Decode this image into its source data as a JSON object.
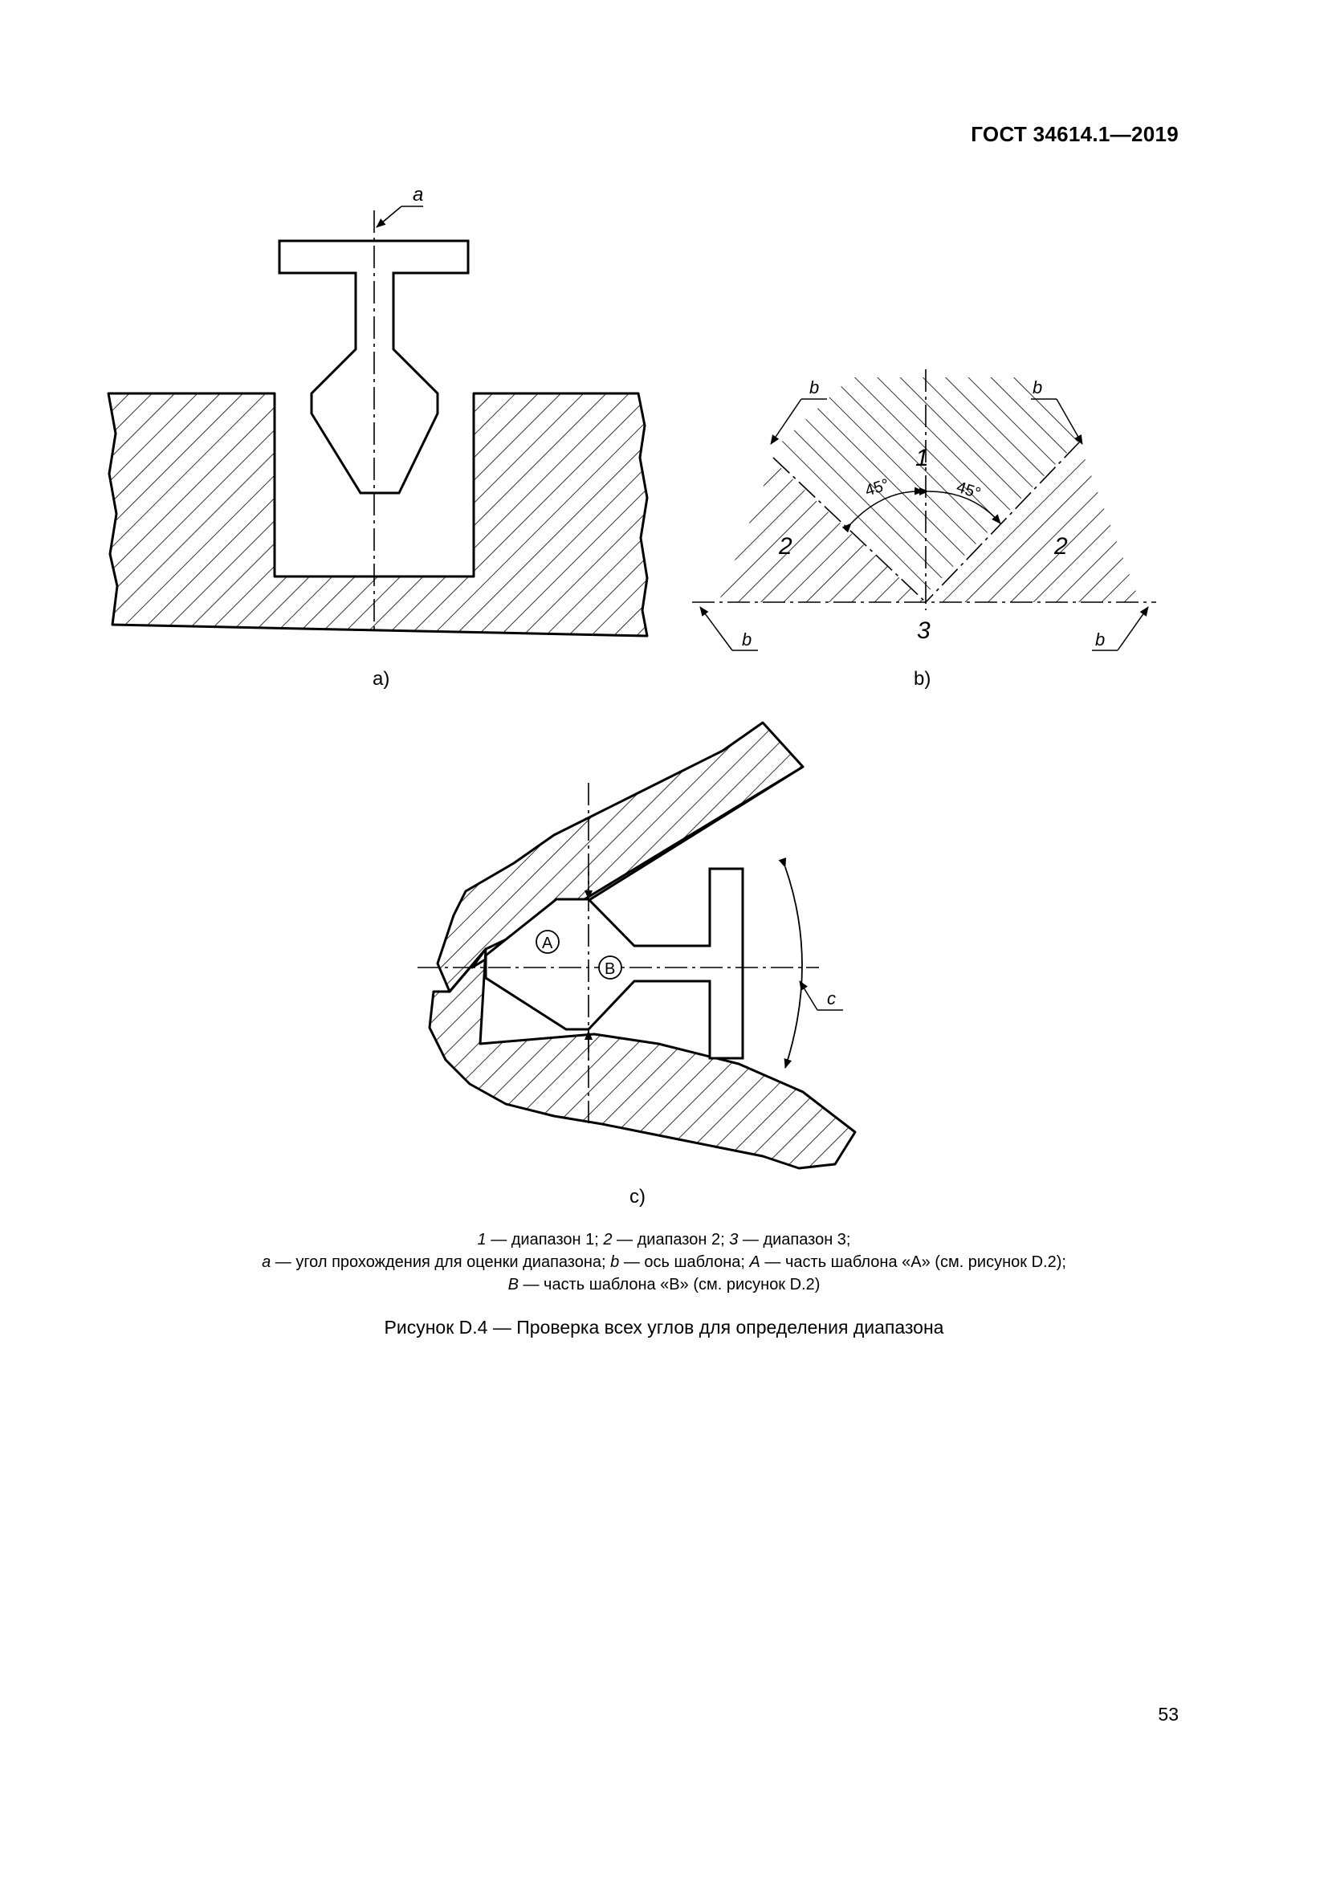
{
  "header": {
    "standard": "ГОСТ 34614.1—2019"
  },
  "figure_a": {
    "label": "а)",
    "mark_a": "a"
  },
  "figure_b": {
    "label": "b)",
    "mark_b": "b",
    "zone_1": "1",
    "zone_2": "2",
    "zone_3": "3",
    "angle_left": "45°",
    "angle_right": "45°"
  },
  "figure_c": {
    "label": "c)",
    "mark_A": "A",
    "mark_B": "B",
    "mark_c": "c"
  },
  "legend": {
    "line1": [
      {
        "sym": "1",
        "text": " — диапазон 1; "
      },
      {
        "sym": "2",
        "text": " — диапазон 2; "
      },
      {
        "sym": "3",
        "text": " — диапазон 3;"
      }
    ],
    "line2": [
      {
        "sym": "a",
        "text": " — угол прохождения для оценки диапазона; "
      },
      {
        "sym": "b",
        "text": " — ось шаблона; "
      },
      {
        "sym": "A",
        "text": " — часть шаблона «А» (см. рисунок D.2);"
      }
    ],
    "line3": [
      {
        "sym": "B",
        "text": " — часть шаблона «В» (см. рисунок D.2)"
      }
    ]
  },
  "caption": "Рисунок D.4 — Проверка всех углов для определения диапазона",
  "page_number": "53"
}
